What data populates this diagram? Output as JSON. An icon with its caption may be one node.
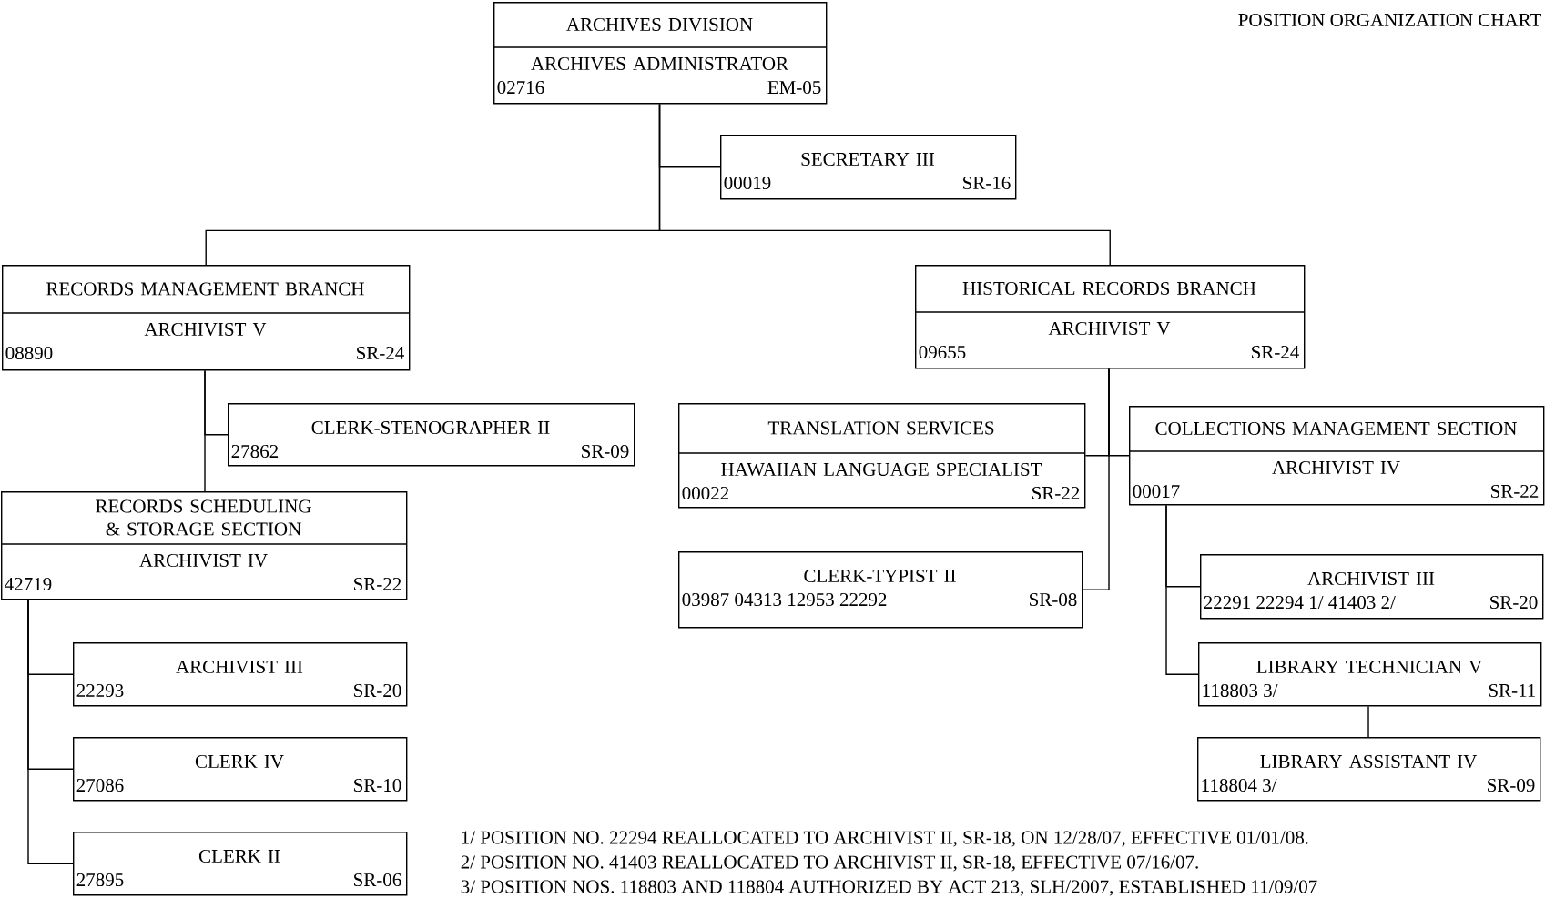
{
  "diagram": {
    "title": "POSITION ORGANIZATION CHART",
    "nodes": [
      {
        "text": [
          "ARCHIVES DIVISION",
          "ARCHIVES ADMINISTRATOR",
          "02716",
          "EM-05"
        ]
      },
      {
        "text": [
          "SECRETARY III",
          "00019",
          "SR-16"
        ]
      },
      {
        "text": [
          "RECORDS MANAGEMENT BRANCH",
          "ARCHIVIST V",
          "08890",
          "SR-24"
        ]
      },
      {
        "text": [
          "HISTORICAL RECORDS BRANCH",
          "ARCHIVIST V",
          "09655",
          "SR-24"
        ]
      },
      {
        "text": [
          "CLERK-STENOGRAPHER II",
          "27862",
          "SR-09"
        ]
      },
      {
        "text": [
          "RECORDS SCHEDULING & STORAGE SECTION",
          "ARCHIVIST IV",
          "42719",
          "SR-22"
        ]
      },
      {
        "text": [
          "TRANSLATION SERVICES",
          "HAWAIIAN LANGUAGE SPECIALIST",
          "00022",
          "SR-22"
        ]
      },
      {
        "text": [
          "COLLECTIONS MANAGEMENT SECTION",
          "ARCHIVIST IV",
          "00017",
          "SR-22"
        ]
      },
      {
        "text": [
          "CLERK-TYPIST II",
          "03987 04313 12953 22292",
          "SR-08"
        ]
      },
      {
        "text": [
          "ARCHIVIST III",
          "22293",
          "SR-20"
        ]
      },
      {
        "text": [
          "CLERK IV",
          "27086",
          "SR-10"
        ]
      },
      {
        "text": [
          "CLERK II",
          "27895",
          "SR-06"
        ]
      },
      {
        "text": [
          "ARCHIVIST III",
          "22291 22294 1/ 41403 2/",
          "SR-20"
        ]
      },
      {
        "text": [
          "LIBRARY TECHNICIAN V",
          "118803 3/",
          "SR-11"
        ]
      },
      {
        "text": [
          "LIBRARY ASSISTANT IV",
          "118804 3/",
          "SR-09"
        ]
      }
    ],
    "edges": [
      {
        "from": 0,
        "to": 1,
        "arrow": "none"
      },
      {
        "from": 0,
        "to": 2,
        "arrow": "none"
      },
      {
        "from": 0,
        "to": 3,
        "arrow": "none"
      },
      {
        "from": 2,
        "to": 4,
        "arrow": "none"
      },
      {
        "from": 2,
        "to": 5,
        "arrow": "none"
      },
      {
        "from": 3,
        "to": 6,
        "arrow": "none"
      },
      {
        "from": 3,
        "to": 7,
        "arrow": "none"
      },
      {
        "from": 3,
        "to": 8,
        "arrow": "none"
      },
      {
        "from": 5,
        "to": 9,
        "arrow": "none"
      },
      {
        "from": 5,
        "to": 10,
        "arrow": "none"
      },
      {
        "from": 5,
        "to": 11,
        "arrow": "none"
      },
      {
        "from": 7,
        "to": 12,
        "arrow": "none"
      },
      {
        "from": 7,
        "to": 13,
        "arrow": "none"
      },
      {
        "from": 13,
        "to": 14,
        "arrow": "none"
      }
    ],
    "labels": [
      "1/ POSITION NO. 22294 REALLOCATED TO ARCHIVIST II, SR-18, ON 12/28/07, EFFECTIVE 01/01/08.",
      "2/ POSITION NO. 41403 REALLOCATED TO ARCHIVIST II, SR-18, EFFECTIVE 07/16/07.",
      "3/ POSITION NOS. 118803 AND 118804 AUTHORIZED BY ACT 213, SLH/2007, ESTABLISHED 11/09/07"
    ]
  }
}
